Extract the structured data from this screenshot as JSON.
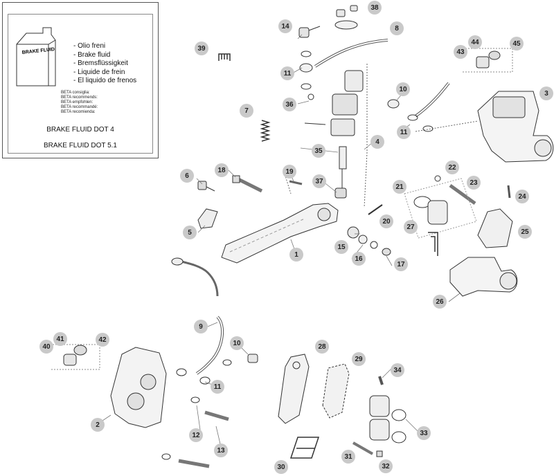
{
  "info_box": {
    "container_label": "BRAKE FLUID",
    "fluid_names": [
      "- Olio freni",
      "- Brake fluid",
      "- Bremsflüssigkeit",
      "- Liquide de frein",
      "- El liquido de frenos"
    ],
    "recommendations": [
      "BETA consiglia:",
      "BETA recommends:",
      "BETA empfohlen:",
      "BETA recommandé:",
      "BETA recomienda:"
    ],
    "spec_1": "BRAKE FLUID DOT 4",
    "spec_2": "BRAKE FLUID DOT 5.1"
  },
  "callouts": [
    {
      "label": "38"
    },
    {
      "label": "14"
    },
    {
      "label": "8"
    },
    {
      "label": "39"
    },
    {
      "label": "11"
    },
    {
      "label": "44"
    },
    {
      "label": "45"
    },
    {
      "label": "43"
    },
    {
      "label": "10"
    },
    {
      "label": "3"
    },
    {
      "label": "7"
    },
    {
      "label": "36"
    },
    {
      "label": "11"
    },
    {
      "label": "4"
    },
    {
      "label": "35"
    },
    {
      "label": "6"
    },
    {
      "label": "18"
    },
    {
      "label": "19"
    },
    {
      "label": "37"
    },
    {
      "label": "22"
    },
    {
      "label": "23"
    },
    {
      "label": "21"
    },
    {
      "label": "24"
    },
    {
      "label": "5"
    },
    {
      "label": "20"
    },
    {
      "label": "27"
    },
    {
      "label": "25"
    },
    {
      "label": "15"
    },
    {
      "label": "1"
    },
    {
      "label": "16"
    },
    {
      "label": "17"
    },
    {
      "label": "26"
    },
    {
      "label": "9"
    },
    {
      "label": "41"
    },
    {
      "label": "42"
    },
    {
      "label": "10"
    },
    {
      "label": "40"
    },
    {
      "label": "28"
    },
    {
      "label": "29"
    },
    {
      "label": "11"
    },
    {
      "label": "34"
    },
    {
      "label": "2"
    },
    {
      "label": "12"
    },
    {
      "label": "33"
    },
    {
      "label": "13"
    },
    {
      "label": "31"
    },
    {
      "label": "32"
    },
    {
      "label": "30"
    }
  ]
}
